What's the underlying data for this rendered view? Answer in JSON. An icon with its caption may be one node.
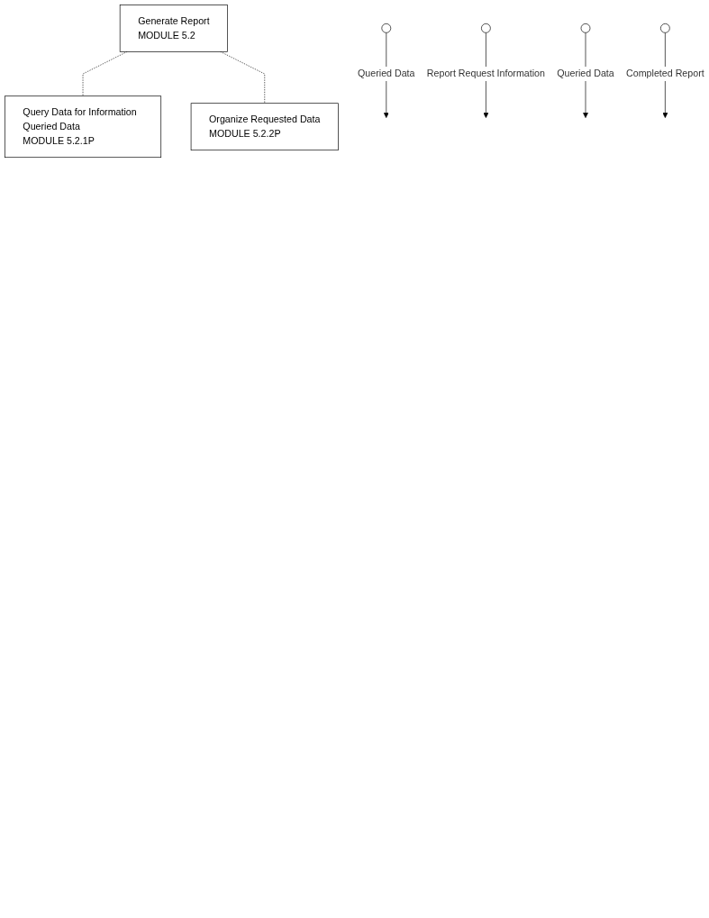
{
  "diagram": {
    "nodes": [
      {
        "text": [
          "Generate Report",
          "MODULE 5.2"
        ]
      },
      {
        "text": [
          "Query Data for Information Queried Data",
          "MODULE 5.2.1P"
        ]
      },
      {
        "text": [
          "Organize Requested Data",
          "MODULE 5.2.2P"
        ]
      },
      {
        "text": [],
        "shape": "circle"
      },
      {
        "text": [],
        "shape": "circle"
      },
      {
        "text": [],
        "shape": "circle"
      },
      {
        "text": [],
        "shape": "circle"
      }
    ],
    "edges": [
      {
        "from": 0,
        "to": 1,
        "arrow": "none",
        "style": "dashed"
      },
      {
        "from": 0,
        "to": 2,
        "arrow": "none",
        "style": "dashed"
      },
      {
        "from": 3,
        "to": null,
        "arrow": "to",
        "label": "Queried Data"
      },
      {
        "from": 4,
        "to": null,
        "arrow": "to",
        "label": "Report Request Information"
      },
      {
        "from": 5,
        "to": null,
        "arrow": "to",
        "label": "Queried Data"
      },
      {
        "from": 6,
        "to": null,
        "arrow": "to",
        "label": "Completed Report"
      }
    ]
  }
}
